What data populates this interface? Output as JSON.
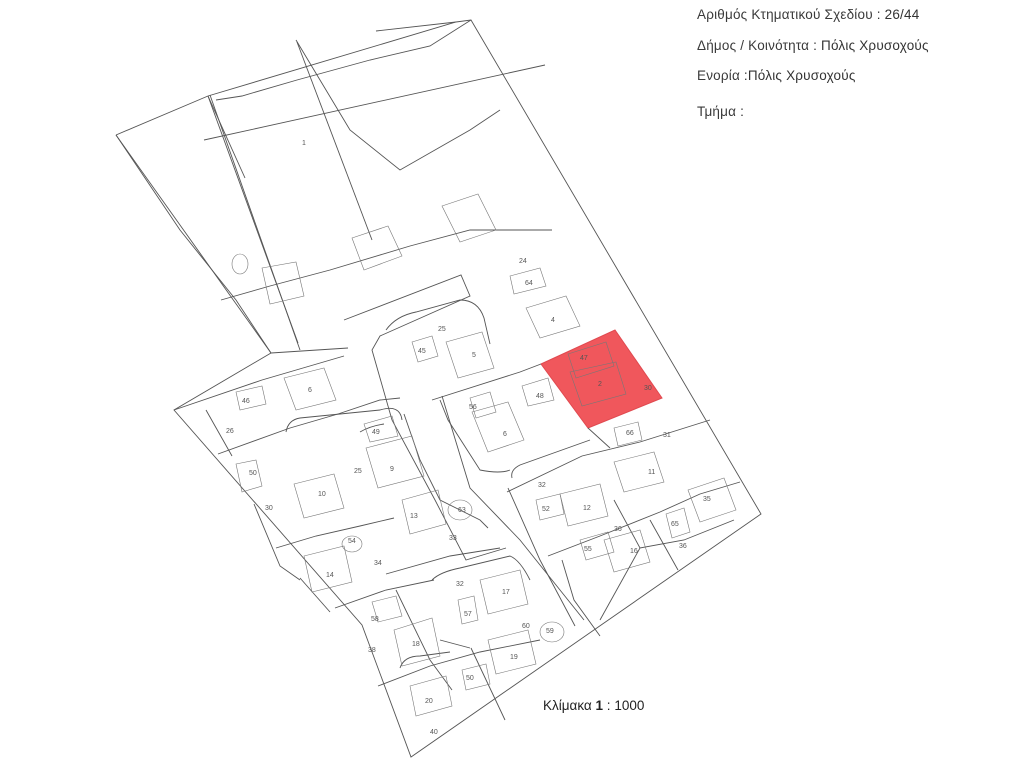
{
  "header": {
    "plan_label": "Αριθμός  Κτηματικού  Σχεδίου",
    "plan_value": ":  26/44",
    "municipality_label": "Δήμος / Κοινότητα",
    "municipality_value": ":  Πόλις Χρυσοχούς",
    "parish_label": "Ενορία",
    "parish_value": ":Πόλις Χρυσοχούς",
    "section_label": "Τμήμα",
    "section_value": ":"
  },
  "scale": {
    "label": "Κλίμακα",
    "ratio": "1",
    "sep": ":",
    "denominator": "1000"
  },
  "highlight": {
    "color": "#f0575c"
  },
  "parcels": {
    "p1": "1",
    "p2": "2",
    "p4": "4",
    "p5": "5",
    "p6": "6",
    "p6b": "6",
    "p9": "9",
    "p10": "10",
    "p11": "11",
    "p12": "12",
    "p13": "13",
    "p14": "14",
    "p16": "16",
    "p17": "17",
    "p18": "18",
    "p19": "19",
    "p20": "20",
    "p24": "24",
    "p25": "25",
    "p25b": "25",
    "p26": "26",
    "p30": "30",
    "p31": "31",
    "p32": "32",
    "p32b": "32",
    "p33": "33",
    "p33b": "33",
    "p34": "34",
    "p35": "35",
    "p36": "36",
    "p36b": "36",
    "p38": "38",
    "p40": "40",
    "p45": "45",
    "p46": "46",
    "p47": "47",
    "p48": "48",
    "p49": "49",
    "p50": "50",
    "p50b": "50",
    "p52": "52",
    "p53": "53",
    "p54": "54",
    "p55": "55",
    "p56": "56",
    "p57": "57",
    "p58": "58",
    "p59": "59",
    "p60": "60",
    "p63": "63",
    "p64": "64",
    "p65": "65",
    "p66": "66"
  }
}
